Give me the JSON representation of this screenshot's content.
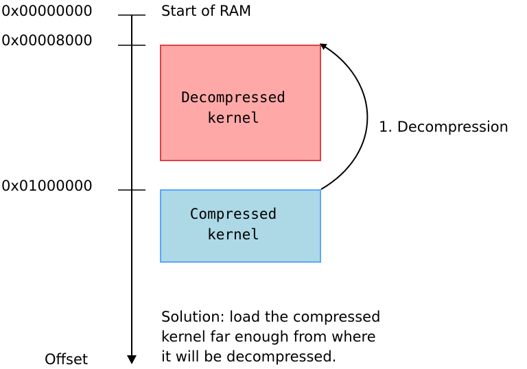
{
  "addresses": {
    "ram_start": "0x00000000",
    "decompressed_addr": "0x00008000",
    "compressed_addr": "0x01000000"
  },
  "labels": {
    "start_of_ram": "Start of RAM",
    "offset": "Offset",
    "decompression_step": "1. Decompression"
  },
  "blocks": {
    "decompressed": {
      "line1": "Decompressed",
      "line2": "kernel",
      "fill": "#ffa8a8",
      "stroke": "#d94444"
    },
    "compressed": {
      "line1": "Compressed",
      "line2": "kernel",
      "fill": "#add8e6",
      "stroke": "#5aa6ff"
    }
  },
  "solution": {
    "line1": "Solution: load the compressed",
    "line2": "kernel far enough from where",
    "line3": "it will be decompressed."
  }
}
